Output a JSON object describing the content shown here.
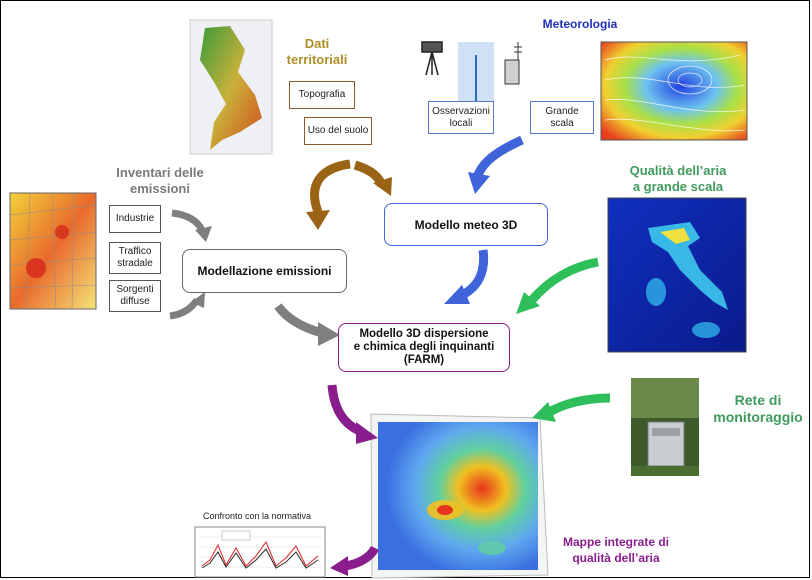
{
  "colors": {
    "brown": "#9a6417",
    "blue": "#3f63d9",
    "green": "#2fbf5a",
    "purple": "#8a1d8e",
    "gray": "#7f7f7f",
    "heading_olive": "#b09026",
    "heading_green": "#3f9a5c",
    "heading_blue": "#1f2fc0",
    "heading_purple": "#8a1d8e",
    "heading_gray": "#7a7a7a"
  },
  "headings": {
    "dati": "Dati\nterritoriali",
    "meteorologia": "Meteorologia",
    "inventari": "Inventari delle\nemissioni",
    "qualita_grande": "Qualità dell’aria\na grande scala",
    "rete": "Rete di\nmonitoraggio",
    "mappe": "Mappe integrate di\nqualità dell’aria",
    "confronto": "Confronto con la normativa"
  },
  "boxes": {
    "topografia": "Topografia",
    "uso_suolo": "Uso del suolo",
    "osservazioni": "Osservazioni\nlocali",
    "grande_scala": "Grande\nscala",
    "industrie": "Industrie",
    "traffico": "Traffico\nstradale",
    "sorgenti": "Sorgenti\ndiffuse"
  },
  "nodes": {
    "meteo3d": "Modello meteo 3D",
    "emissioni": "Modellazione emissioni",
    "farm": "Modello 3D dispersione\ne chimica degli inquinanti\n(FARM)"
  },
  "icons": {
    "weather_station": "weather-station-icon",
    "radar_mast": "radar-mast-icon",
    "antenna": "antenna-icon"
  }
}
